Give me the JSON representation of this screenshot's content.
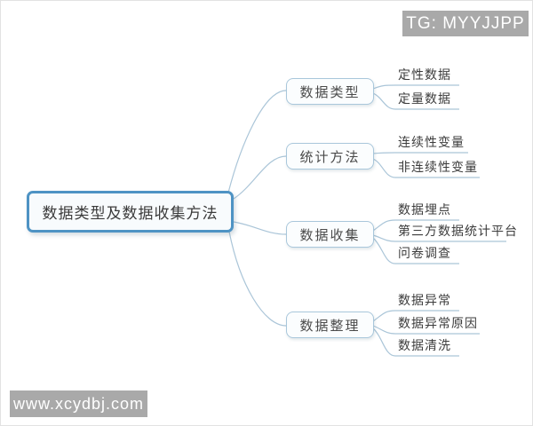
{
  "overlays": {
    "top_right_badge": "TG: MYYJJPP",
    "bottom_left_watermark": "www.xcydbj.com"
  },
  "colors": {
    "root_border": "#4e93c4",
    "branch_border": "#a9c7db",
    "connector_line": "#aac5d8",
    "overlay_background": "#a9a9a9",
    "text": "#3c3c3c"
  },
  "mindmap": {
    "root": {
      "label": "数据类型及数据收集方法"
    },
    "branches": [
      {
        "label": "数据类型",
        "children": [
          {
            "label": "定性数据"
          },
          {
            "label": "定量数据"
          }
        ]
      },
      {
        "label": "统计方法",
        "children": [
          {
            "label": "连续性变量"
          },
          {
            "label": "非连续性变量"
          }
        ]
      },
      {
        "label": "数据收集",
        "children": [
          {
            "label": "数据埋点"
          },
          {
            "label": "第三方数据统计平台"
          },
          {
            "label": "问卷调查"
          }
        ]
      },
      {
        "label": "数据整理",
        "children": [
          {
            "label": "数据异常"
          },
          {
            "label": "数据异常原因"
          },
          {
            "label": "数据清洗"
          }
        ]
      }
    ]
  }
}
